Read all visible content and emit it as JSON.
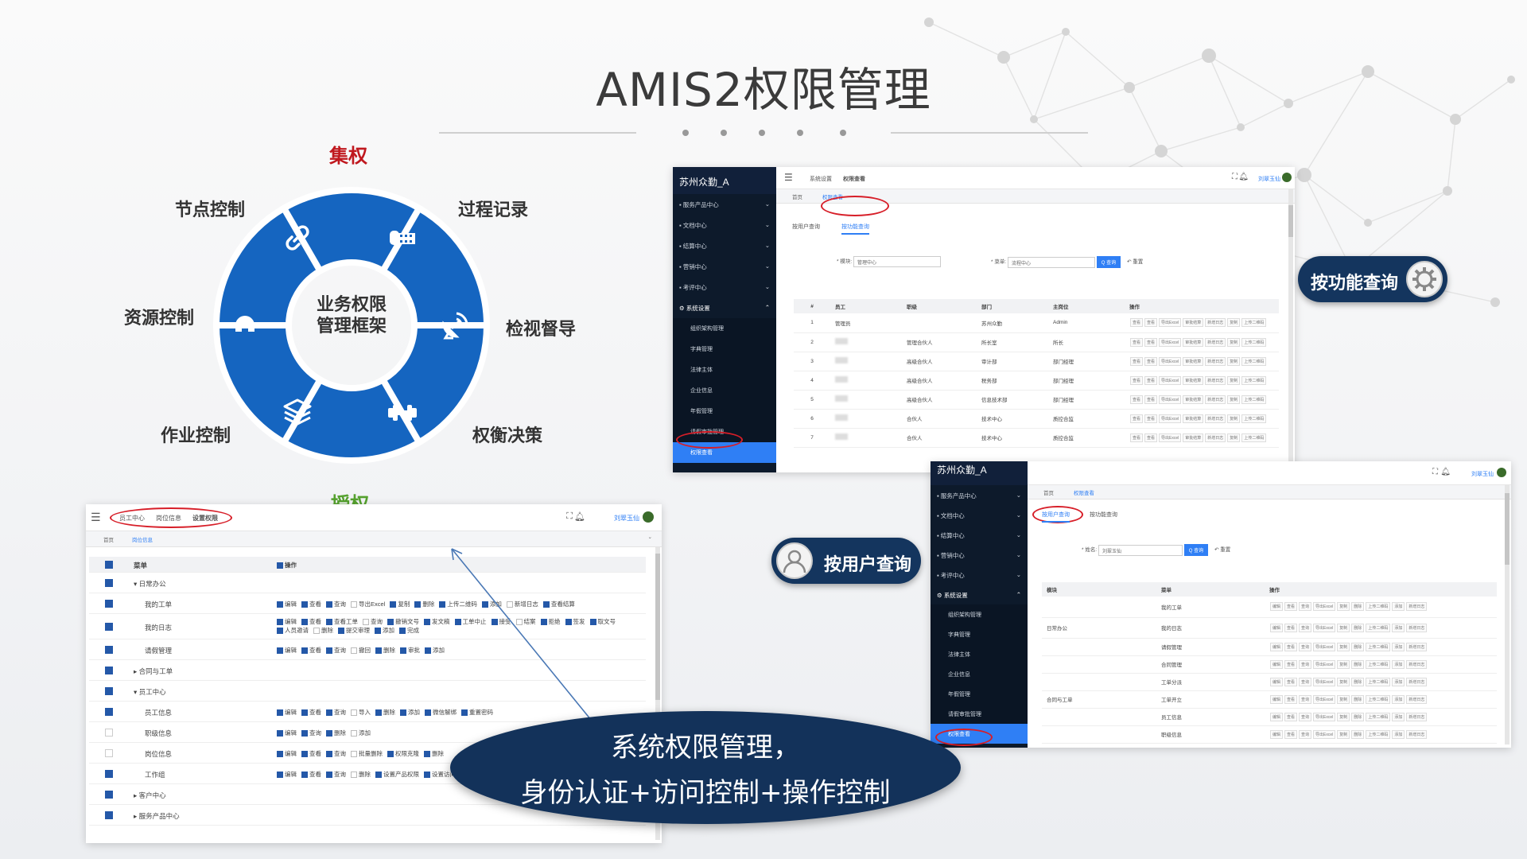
{
  "slide": {
    "title": "AMIS2权限管理"
  },
  "wheel": {
    "center_line1": "业务权限",
    "center_line2": "管理框架",
    "top_label": "集权",
    "bottom_label": "授权",
    "segments": [
      "节点控制",
      "过程记录",
      "检视督导",
      "权衡决策",
      "作业控制",
      "资源控制"
    ],
    "segment_icons": [
      "link-icon",
      "film-icon",
      "satellite-icon",
      "dumbbell-icon",
      "layers-icon",
      "magnet-icon"
    ],
    "color": "#1565c0"
  },
  "func_shot": {
    "logo": "苏州众勤_A",
    "breadcrumb": [
      "系统设置",
      "权限查看"
    ],
    "tabs_bar": [
      "首页",
      "权限查看"
    ],
    "sidebar": [
      "服务产品中心",
      "文档中心",
      "结算中心",
      "营销中心",
      "考评中心",
      "系统设置"
    ],
    "submenu": [
      "组织架构管理",
      "字典管理",
      "法律主体",
      "企业信息",
      "年假管理",
      "请假审批管理",
      "权限查看"
    ],
    "user": "刘翠玉仙",
    "view_tabs": [
      "按用户查询",
      "按功能查询"
    ],
    "filter_module_label": "* 模块:",
    "filter_module_value": "管理中心",
    "filter_menu_label": "* 菜单:",
    "filter_menu_value": "流程中心",
    "search_btn": "Q 查询",
    "reset_btn": "↶ 重置",
    "columns": [
      "#",
      "员工",
      "职级",
      "部门",
      "主岗位",
      "操作"
    ],
    "rows": [
      [
        "1",
        "管理员",
        "",
        "苏州众勤",
        "Admin"
      ],
      [
        "2",
        "",
        "管理合伙人",
        "所长室",
        "所长"
      ],
      [
        "3",
        "",
        "高级合伙人",
        "审计部",
        "部门经理"
      ],
      [
        "4",
        "",
        "高级合伙人",
        "税务部",
        "部门经理"
      ],
      [
        "5",
        "",
        "高级合伙人",
        "信息技术部",
        "部门经理"
      ],
      [
        "6",
        "",
        "合伙人",
        "技术中心",
        "质控合监"
      ],
      [
        "7",
        "",
        "合伙人",
        "技术中心",
        "质控合监"
      ]
    ],
    "ops": [
      "查看",
      "查看",
      "导出Excel",
      "审批结算",
      "新增日志",
      "复制",
      "上传二维码"
    ]
  },
  "func_pill": {
    "label": "按功能查询",
    "icon": "gear-icon"
  },
  "user_shot": {
    "logo": "苏州众勤_A",
    "tabs_bar": [
      "首页",
      "权限查看"
    ],
    "sidebar": [
      "服务产品中心",
      "文档中心",
      "结算中心",
      "营销中心",
      "考评中心",
      "系统设置"
    ],
    "submenu": [
      "组织架构管理",
      "字典管理",
      "法律主体",
      "企业信息",
      "年假管理",
      "请假审批管理",
      "权限查看"
    ],
    "user": "刘翠玉仙",
    "view_tabs": [
      "按用户查询",
      "按功能查询"
    ],
    "filter_label": "* 姓名:",
    "filter_value": "刘翠玉仙",
    "search_btn": "Q 查询",
    "reset_btn": "↶ 重置",
    "columns": [
      "模块",
      "菜单",
      "操作"
    ],
    "modules": [
      "日常办公",
      "合同与工单"
    ],
    "menus": [
      "我的工单",
      "我的日志",
      "请假管理",
      "合同管理",
      "工单分派",
      "工单开立",
      "员工信息",
      "职级信息"
    ],
    "ops": [
      "编辑",
      "查看",
      "查询",
      "导出Excel",
      "复制",
      "删除",
      "上传二维码",
      "添加",
      "新增日志"
    ]
  },
  "user_pill": {
    "label": "按用户查询",
    "icon": "user-icon"
  },
  "perm_shot": {
    "breadcrumb": [
      "员工中心",
      "岗位信息",
      "设置权限"
    ],
    "tabs_bar": [
      "首页",
      "岗位信息"
    ],
    "user": "刘翠玉仙",
    "columns": [
      "菜单",
      "操作"
    ],
    "rows": [
      {
        "menu": "▾ 日常办公",
        "ops": ""
      },
      {
        "menu": "我的工单",
        "ops": "编辑 查看 查询 导出Excel 复制 删除 上传二维码 添加 新增日志 查看结算"
      },
      {
        "menu": "我的日志",
        "ops": "编辑 查看 查看工单 查询 撤销文号 发文稿 工单中止 接受 结案 拒绝 签发 取文号 人员邀请 删除 提交审理 添加 完成"
      },
      {
        "menu": "请假管理",
        "ops": "编辑 查看 查询 撤回 删除 审批 添加"
      },
      {
        "menu": "▸ 合同与工单",
        "ops": ""
      },
      {
        "menu": "▾ 员工中心",
        "ops": ""
      },
      {
        "menu": "员工信息",
        "ops": "编辑 查看 查询 导入 删除 添加 微信解绑 重置密码"
      },
      {
        "menu": "职级信息",
        "ops": "编辑 查询 删除 添加"
      },
      {
        "menu": "岗位信息",
        "ops": "编辑 查看 查询 批量删除 权限克隆 删除"
      },
      {
        "menu": "工作组",
        "ops": "编辑 查看 查询 删除 设置产品权限 设置访问权"
      },
      {
        "menu": "▸ 客户中心",
        "ops": ""
      },
      {
        "menu": "▸ 服务产品中心",
        "ops": ""
      }
    ]
  },
  "caption": {
    "line1": "系统权限管理，",
    "line2": "身份认证+访问控制+操作控制"
  }
}
